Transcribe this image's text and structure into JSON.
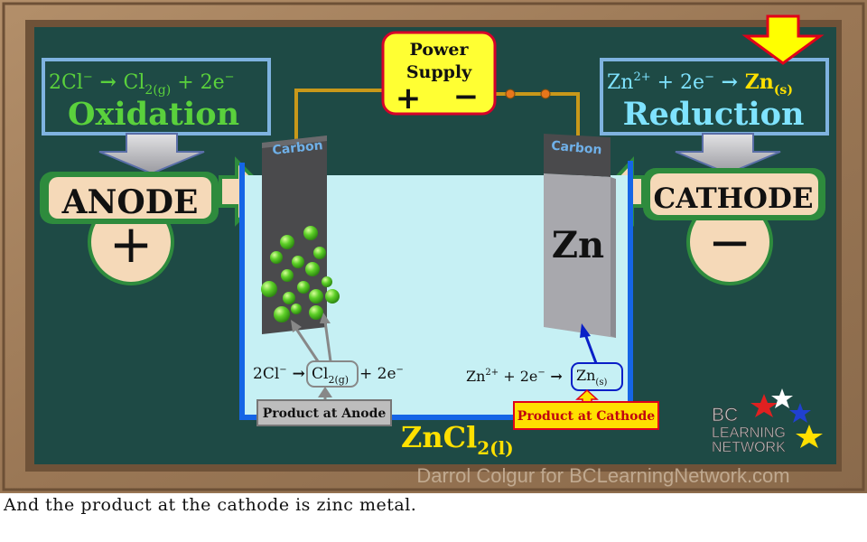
{
  "colors": {
    "wood": "#a1805e",
    "board": "#1e4a45",
    "solution": "#c6f0f4",
    "container": "#1565e6",
    "oxidation_text": "#0b8a7a",
    "formula_green": "#5ad13c",
    "reduction_yellow": "#ffe000",
    "label_tan": "#f5d9b8",
    "label_green": "#2e8b3d",
    "power_yellow": "#ffff33",
    "power_border": "#d6002a",
    "electrode_dark": "#4a4a4c",
    "zinc_gray": "#a8a8ad",
    "bubble_green": "#46c21e",
    "wire_gold": "#c8981a"
  },
  "icons": [
    "anode-arrow-icon",
    "cathode-arrow-icon",
    "highlight-arrow-icon",
    "bubble-icons",
    "bc-stars-logo"
  ],
  "power_supply": {
    "line1": "Power",
    "line2": "Supply",
    "plus": "+",
    "minus": "−"
  },
  "oxidation": {
    "eq_left": "2Cl",
    "eq_left_sup": "−",
    "arrow": " → ",
    "eq_mid": "Cl",
    "eq_mid_sub": "2(g)",
    "eq_right": " + 2e",
    "eq_right_sup": "−",
    "word": "Oxidation"
  },
  "reduction": {
    "eq_left": "Zn",
    "eq_left_sup": "2+",
    "eq_plus": " + 2e",
    "eq_plus_sup": "−",
    "arrow": " → ",
    "eq_product": "Zn",
    "eq_product_sub": "(s)",
    "word": "Reduction"
  },
  "anode": {
    "label": "ANODE",
    "sign": "+",
    "electrode_label": "Carbon"
  },
  "cathode": {
    "label": "CATHODE",
    "sign": "−",
    "electrode_label": "Carbon",
    "deposit": "Zn"
  },
  "half_anode": {
    "pre": "2Cl",
    "pre_sup": "−",
    "arrow": " → ",
    "product": "Cl",
    "product_sub": "2(g)",
    "post": " + 2e",
    "post_sup": "−"
  },
  "half_cathode": {
    "pre": "Zn",
    "pre_sup": "2+",
    "mid": " + 2e",
    "mid_sup": "−",
    "arrow": " → ",
    "product": "Zn",
    "product_sub": "(s)"
  },
  "product_anode": "Product at Anode",
  "product_cathode": "Product at Cathode",
  "electrolyte": {
    "formula": "ZnCl",
    "sub": "2(l)"
  },
  "logo": {
    "line1": "BC",
    "line2": "LEARNING",
    "line3": "NETWORK"
  },
  "watermark": "Darrol Colgur for BCLearningNetwork.com",
  "caption": "And the product at the cathode is zinc metal."
}
